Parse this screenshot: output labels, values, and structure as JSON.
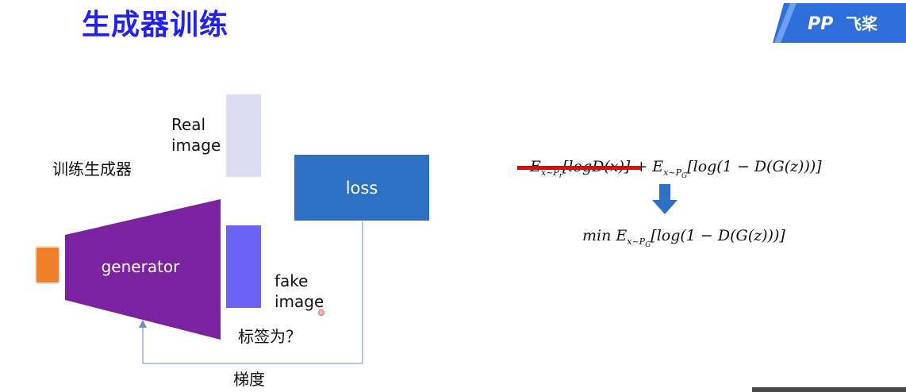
{
  "title": "生成器训练",
  "logo": {
    "text": "飞桨",
    "mark": "PP"
  },
  "diagram": {
    "train_label": "训练生成器",
    "real_label_line1": "Real",
    "real_label_line2": "image",
    "generator_label": "generator",
    "loss_label": "loss",
    "fake_label_line1": "fake",
    "fake_label_line2": "image",
    "question_label": "标签为？",
    "gradient_label": "梯度"
  },
  "formulas": {
    "f1_a": "E",
    "f1_a_sub": "x~P",
    "f1_a_subsub": "r",
    "f1_b": "[logD(x)]",
    "f1_plus": " + E",
    "f1_c_sub": "x~P",
    "f1_c_subsub": "G",
    "f1_d": "[log(1 − D(G(z)))]",
    "f2_min": "min E",
    "f2_sub": "x~P",
    "f2_subsub": "G",
    "f2_rest": "[log(1 − D(G(z)))]"
  },
  "colors": {
    "title": "#2222ee",
    "generator": "#7b22a0",
    "loss_box": "#2e70c4",
    "fake_image": "#6a63f5",
    "real_image": "#dcdcf5",
    "noise": "#f07f2a",
    "strike": "#ee0000",
    "down_arrow": "#2e70c4"
  }
}
